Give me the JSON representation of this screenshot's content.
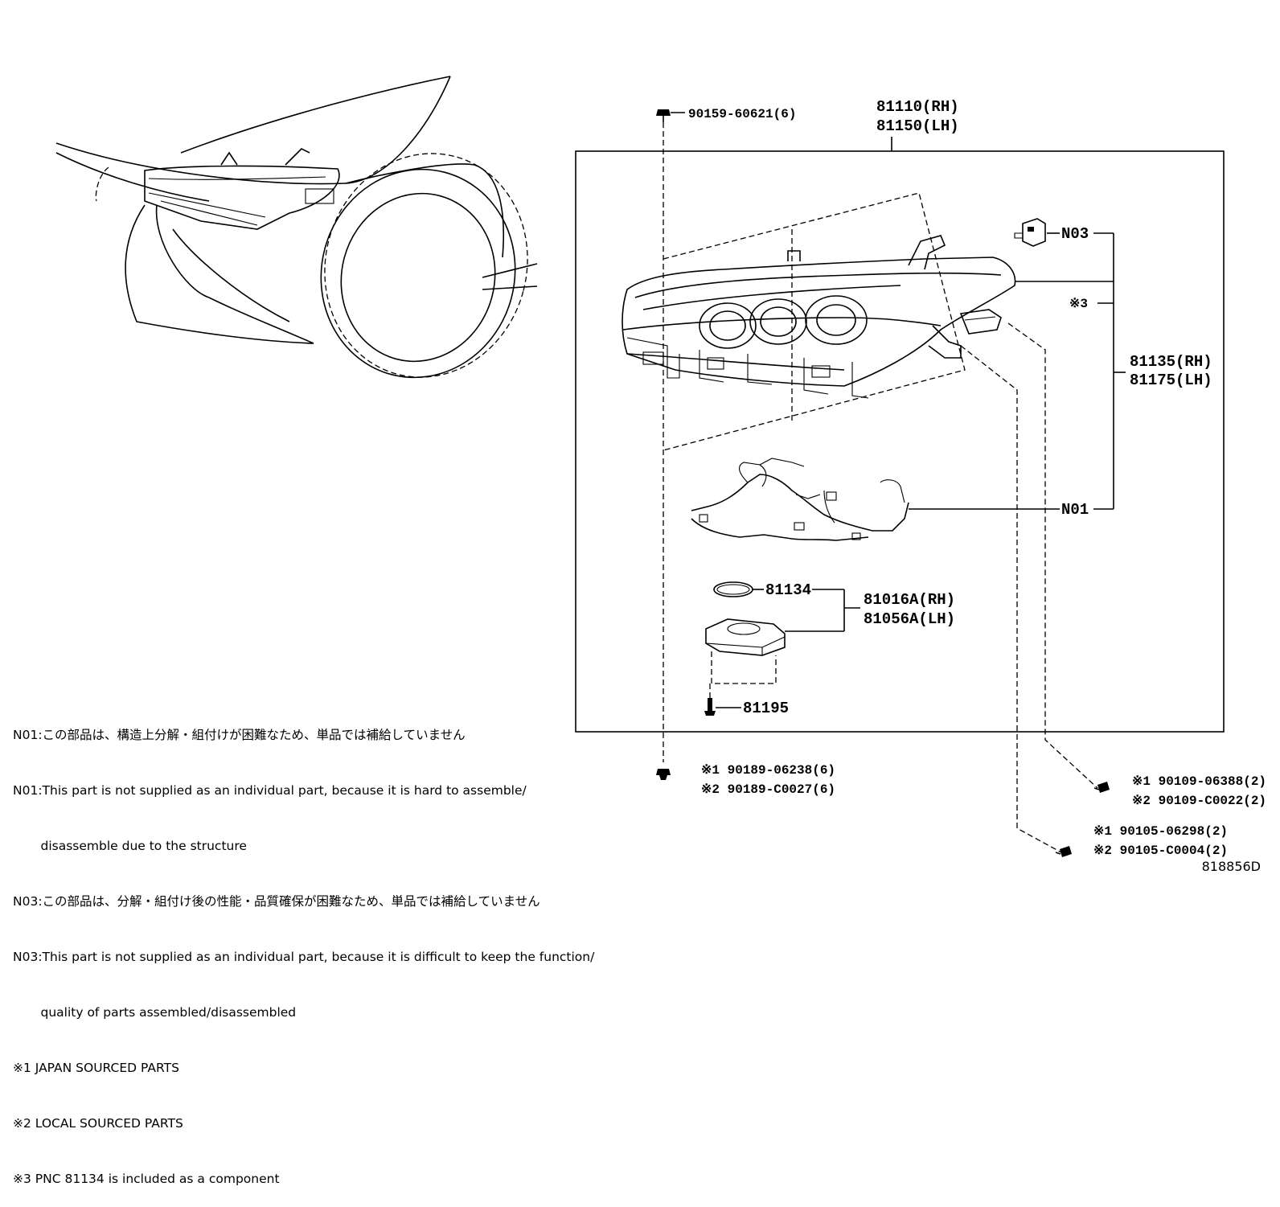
{
  "labels": {
    "bolt_top": "90159-60621(6)",
    "headlamp_rh": "81110(RH)",
    "headlamp_lh": "81150(LH)",
    "n03": "N03",
    "note3_mark": "※3",
    "unit_rh": "81135(RH)",
    "unit_lh": "81175(LH)",
    "n01": "N01",
    "gasket": "81134",
    "computer_rh": "81016A(RH)",
    "computer_lh": "81056A(LH)",
    "screw": "81195",
    "nut_a1": "※1 90189-06238(6)",
    "nut_a2": "※2 90189-C0027(6)",
    "screw_b1": "※1 90109-06388(2)",
    "screw_b2": "※2 90109-C0022(2)",
    "screw_c1": "※1 90105-06298(2)",
    "screw_c2": "※2 90105-C0004(2)"
  },
  "notes": [
    "N01:この部品は、構造上分解・組付けが困難なため、単品では補給していません",
    "N01:This part is not supplied as an individual part, because it is hard to assemble/",
    "       disassemble due to the structure",
    "N03:この部品は、分解・組付け後の性能・品質確保が困難なため、単品では補給していません",
    "N03:This part is not supplied as an individual part, because it is difficult to keep the function/",
    "       quality of parts assembled/disassembled",
    "※1 JAPAN SOURCED PARTS",
    "※2 LOCAL SOURCED PARTS",
    "※3 PNC 81134 is included as a component"
  ],
  "reference": "818856D"
}
